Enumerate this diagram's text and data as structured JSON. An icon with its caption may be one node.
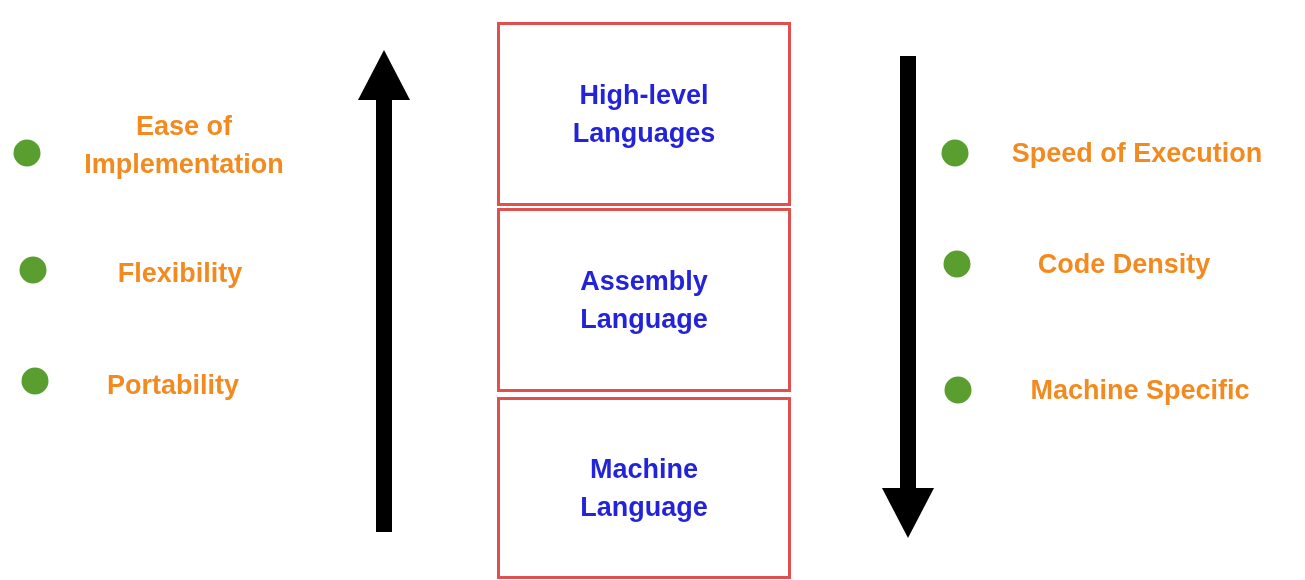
{
  "diagram": {
    "nodes": [
      {
        "text": [
          "High-level Languages"
        ]
      },
      {
        "text": [
          "Assembly Language"
        ]
      },
      {
        "text": [
          "Machine Language"
        ]
      }
    ],
    "labels": [
      "Ease of Implementation",
      "Speed of Execution",
      "Flexibility",
      "Code Density",
      "Portability",
      "Machine Specific"
    ]
  }
}
